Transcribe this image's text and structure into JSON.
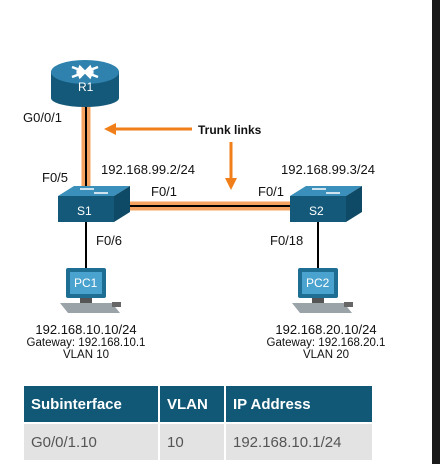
{
  "devices": {
    "router": "R1",
    "switch1": "S1",
    "switch2": "S2",
    "pc1": "PC1",
    "pc2": "PC2"
  },
  "ports": {
    "r1_g0": "G0/0/1",
    "s1_f05": "F0/5",
    "s1_f01": "F0/1",
    "s1_f06": "F0/6",
    "s2_f01": "F0/1",
    "s2_f018": "F0/18"
  },
  "switch_ips": {
    "s1": "192.168.99.2/24",
    "s2": "192.168.99.3/24"
  },
  "trunk_label": "Trunk links",
  "pc1_info": {
    "ip": "192.168.10.10/24",
    "gateway": "Gateway: 192.168.10.1",
    "vlan": "VLAN 10"
  },
  "pc2_info": {
    "ip": "192.168.20.10/24",
    "gateway": "Gateway: 192.168.20.1",
    "vlan": "VLAN 20"
  },
  "table": {
    "headers": [
      "Subinterface",
      "VLAN",
      "IP Address"
    ],
    "rows": [
      [
        "G0/0/1.10",
        "10",
        "192.168.10.1/24"
      ]
    ]
  },
  "colors": {
    "trunk": "#f4a460",
    "device_blue": "#1e6e94",
    "header_blue": "#115877",
    "arrow_orange": "#f07f1a"
  }
}
